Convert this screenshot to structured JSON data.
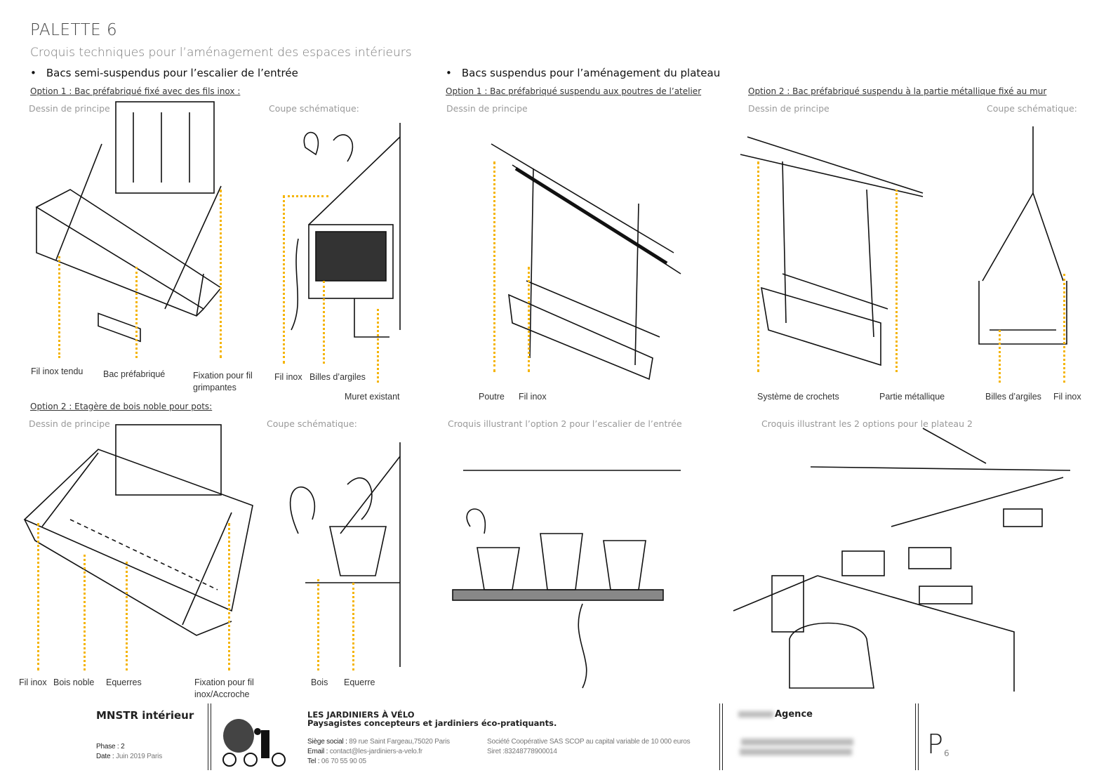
{
  "header": {
    "title": "PALETTE 6",
    "subtitle": "Croquis techniques pour l’aménagement des espaces intérieurs"
  },
  "sections": {
    "left": {
      "title": "Bacs semi-suspendus pour l’escalier de l’entrée",
      "option1": "Option 1 : Bac préfabriqué fixé avec des fils inox :",
      "option2": "Option 2 : Etagère de bois noble pour pots:"
    },
    "right": {
      "title": "Bacs suspendus pour l’aménagement du plateau",
      "option1": "Option 1 : Bac préfabriqué suspendu aux poutres de l’atelier",
      "option2": "Option 2 : Bac préfabriqué suspendu à  la partie métallique fixé au mur"
    }
  },
  "captions": {
    "principe": "Dessin de principe",
    "coupe": "Coupe schématique:",
    "croquis_escalier": "Croquis illustrant l’option 2 pour l’escalier de l’entrée",
    "croquis_plateau": "Croquis illustrant les 2 options pour le plateau 2"
  },
  "labels": {
    "fil_inox_tendu": "Fil inox tendu",
    "bac_prefabrique": "Bac préfabriqué",
    "fixation_grimpantes": "Fixation pour fil grimpantes",
    "fil_inox": "Fil inox",
    "billes": "Billes d’argiles",
    "muret": "Muret existant",
    "poutre": "Poutre",
    "crochets": "Système de crochets",
    "partie_metallique": "Partie métallique",
    "bois_noble": "Bois noble",
    "equerres": "Equerres",
    "fixation_accroche": "Fixation pour fil inox/Accroche",
    "bois": "Bois",
    "equerre": "Equerre"
  },
  "footer": {
    "client": "MNSTR intérieur",
    "phase_label": "Phase : ",
    "phase": "2",
    "date_label": "Date : ",
    "date": "Juin 2019 Paris",
    "company": "LES JARDINIERS À VÉLO",
    "tagline": "Paysagistes concepteurs et jardiniers éco-pratiquants.",
    "siege_label": "Siège social : ",
    "siege": "89 rue Saint Fargeau,75020 Paris",
    "email_label": "Email : ",
    "email": "contact@les-jardiniers-a-velo.fr",
    "tel_label": "Tel : ",
    "tel": "06 70 55 90 05",
    "societe": "Société Coopérative SAS SCOP au capital variable de 10 000 euros",
    "siret": "Siret :83248778900014",
    "agence": "Agence",
    "page_letter": "P",
    "page_number": "6"
  },
  "colors": {
    "accent": "#f5b400"
  }
}
